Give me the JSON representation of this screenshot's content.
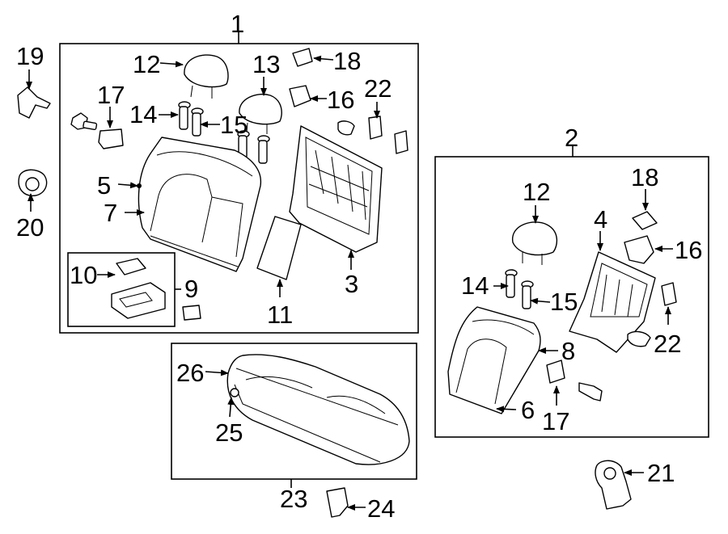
{
  "diagram": {
    "labels": {
      "l1": "1",
      "l2": "2",
      "l3": "3",
      "l4": "4",
      "l5": "5",
      "l6": "6",
      "l7": "7",
      "l8": "8",
      "l9": "9",
      "l10": "10",
      "l11": "11",
      "l12a": "12",
      "l12b": "12",
      "l13": "13",
      "l14a": "14",
      "l14b": "14",
      "l15a": "15",
      "l15b": "15",
      "l16a": "16",
      "l16b": "16",
      "l17a": "17",
      "l17b": "17",
      "l18a": "18",
      "l18b": "18",
      "l19": "19",
      "l20": "20",
      "l21": "21",
      "l22a": "22",
      "l22b": "22",
      "l23": "23",
      "l24": "24",
      "l25": "25",
      "l26": "26"
    }
  }
}
